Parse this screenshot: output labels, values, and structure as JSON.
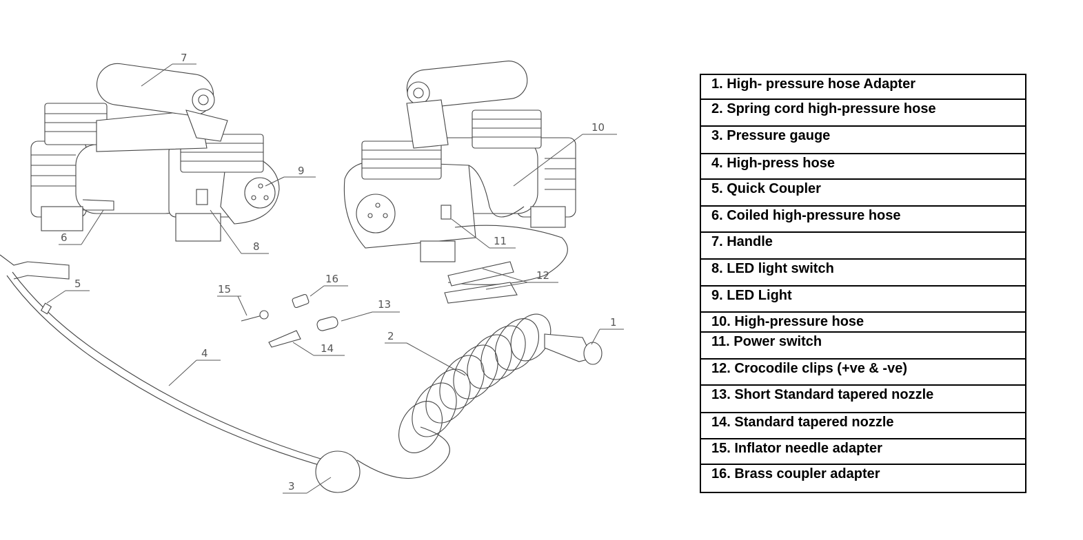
{
  "diagram": {
    "title": "Air compressor parts diagram",
    "callouts": [
      "1",
      "2",
      "3",
      "4",
      "5",
      "6",
      "7",
      "8",
      "9",
      "10",
      "11",
      "12",
      "13",
      "14",
      "15",
      "16"
    ]
  },
  "legend": {
    "items": [
      "1. High- pressure hose Adapter",
      "2. Spring cord high-pressure hose",
      "3. Pressure gauge",
      "4. High-press hose",
      "5. Quick Coupler",
      "6. Coiled high-pressure hose",
      "7. Handle",
      "8. LED light switch",
      "9. LED Light",
      "10. High-pressure hose",
      "11. Power switch",
      "12. Crocodile clips (+ve & -ve)",
      "13. Short Standard tapered nozzle",
      "14. Standard tapered nozzle",
      "15. Inflator needle adapter",
      "16. Brass coupler adapter"
    ]
  }
}
